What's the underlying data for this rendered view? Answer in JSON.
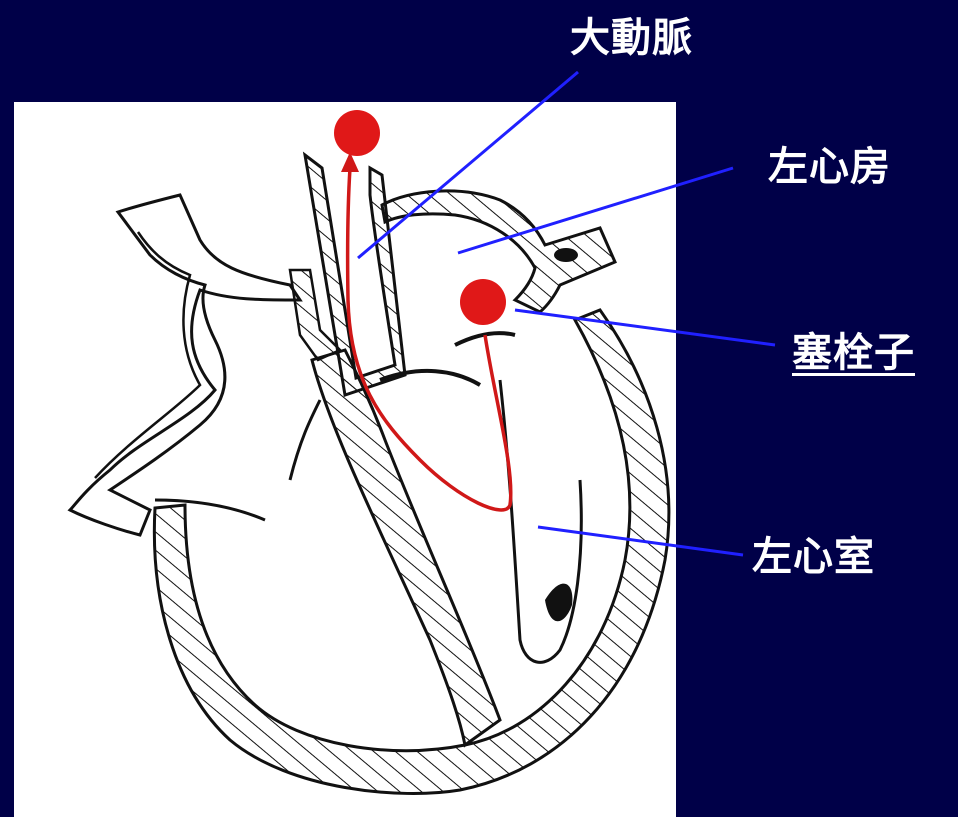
{
  "labels": {
    "aorta": "大動脈",
    "left_atrium": "左心房",
    "embolus": "塞栓子",
    "left_ventricle": "左心室"
  },
  "colors": {
    "background": "#000048",
    "panel": "#ffffff",
    "leader_lines": "#2020ff",
    "embolus": "#e01818",
    "flow_path": "#d01818",
    "outline": "#111111"
  },
  "icons": {
    "embolus": "red-filled-circle",
    "flow": "red-arrow-path"
  }
}
